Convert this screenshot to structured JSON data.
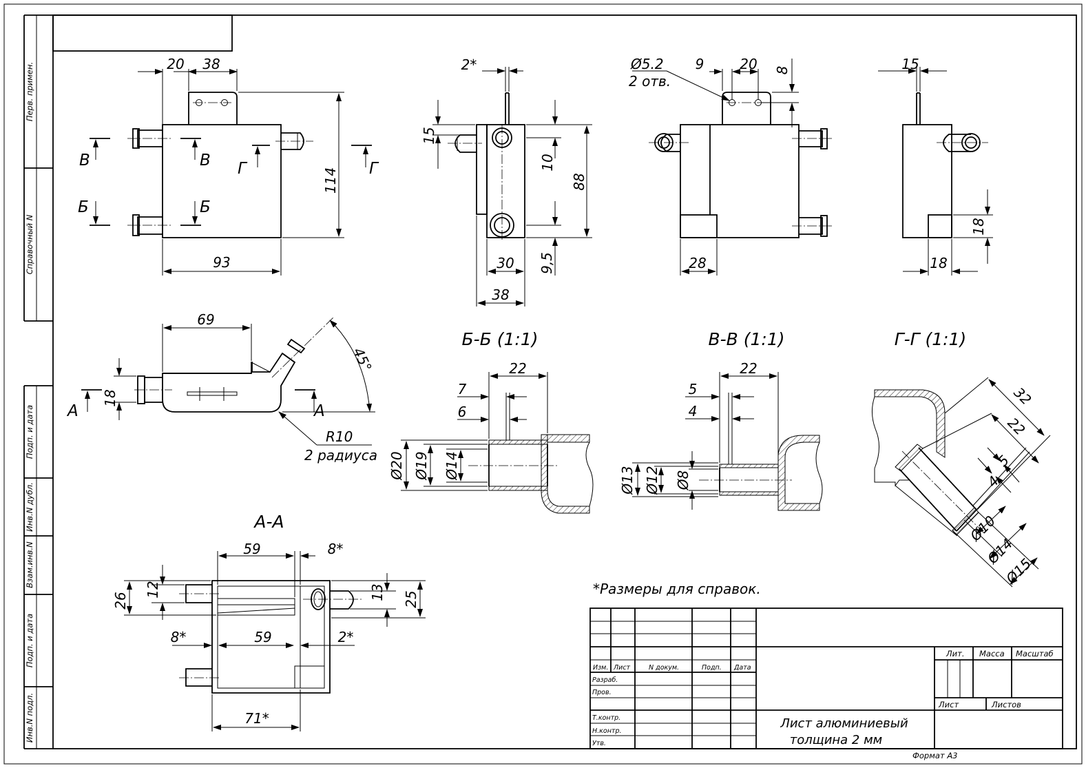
{
  "side_stamp": [
    "Перв. примен.",
    "Справочный N",
    "Подп. и дата",
    "Инв.N дубл.",
    "Взам.инв.N",
    "Подп. и дата",
    "Инв.N подл."
  ],
  "sections": {
    "bb": "Б-Б (1:1)",
    "vv": "В-В (1:1)",
    "gg": "Г-Г (1:1)",
    "aa": "А-А"
  },
  "view_letters": {
    "b": "Б",
    "v": "В",
    "g": "Г",
    "a": "А"
  },
  "dims": {
    "front": {
      "d20": "20",
      "d38": "38",
      "d114": "114",
      "d93": "93"
    },
    "side": {
      "d2": "2*",
      "d15": "15",
      "d10": "10",
      "d88": "88",
      "d30": "30",
      "d95": "9,5",
      "d38": "38"
    },
    "rear": {
      "hole": "Ø5.2",
      "holes": "2 отв.",
      "d9": "9",
      "d20": "20",
      "d8": "8",
      "d28": "28"
    },
    "right": {
      "d15": "15",
      "d18a": "18",
      "d18b": "18"
    },
    "top": {
      "d69": "69",
      "d45": "45°",
      "d18": "18",
      "r10": "R10",
      "radii": "2 радиуса"
    },
    "bb": {
      "d22": "22",
      "d7": "7",
      "d6": "6",
      "d20": "Ø20",
      "d19": "Ø19",
      "d14": "Ø14"
    },
    "vv": {
      "d22": "22",
      "d5": "5",
      "d4": "4",
      "d13": "Ø13",
      "d12": "Ø12",
      "d8": "Ø8"
    },
    "gg": {
      "d32": "32",
      "d22": "22",
      "d5": "5",
      "d4": "4",
      "d10": "Ø10",
      "d14": "Ø14",
      "d15": "Ø15"
    },
    "aa": {
      "d59a": "59",
      "d8a": "8*",
      "d26": "26",
      "d12": "12",
      "d13": "13",
      "d25": "25",
      "d8b": "8*",
      "d59b": "59",
      "d2": "2*",
      "d71": "71*"
    }
  },
  "note": "*Размеры для справок.",
  "title_block": {
    "cols": [
      "Изм.",
      "Лист",
      "N докум.",
      "Подп.",
      "Дата"
    ],
    "rows": [
      "Разраб.",
      "Пров.",
      "Т.контр.",
      "Н.контр.",
      "Утв."
    ],
    "lit": "Лит.",
    "mass": "Масса",
    "scale": "Масштаб",
    "sheet": "Лист",
    "sheets": "Листов",
    "material_1": "Лист алюминиевый",
    "material_2": "толщина 2 мм",
    "format": "Формат А3"
  }
}
